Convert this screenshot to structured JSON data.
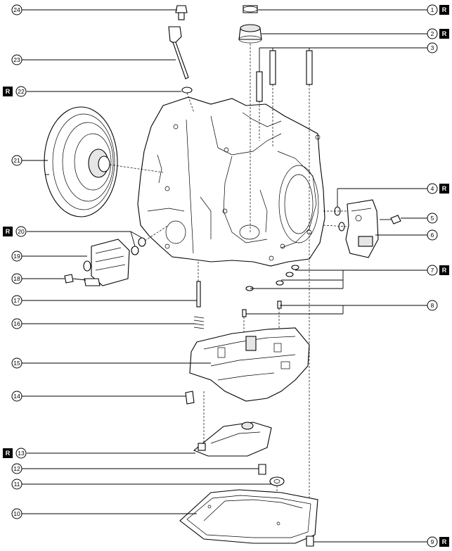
{
  "replace_mark": "R",
  "callouts": {
    "c1": "1",
    "c2": "2",
    "c3": "3",
    "c4": "4",
    "c5": "5",
    "c6": "6",
    "c7": "7",
    "c8": "8",
    "c9": "9",
    "c10": "10",
    "c11": "11",
    "c12": "12",
    "c13": "13",
    "c14": "14",
    "c15": "15",
    "c16": "16",
    "c17": "17",
    "c18": "18",
    "c19": "19",
    "c20": "20",
    "c21": "21",
    "c22": "22",
    "c23": "23",
    "c24": "24"
  }
}
